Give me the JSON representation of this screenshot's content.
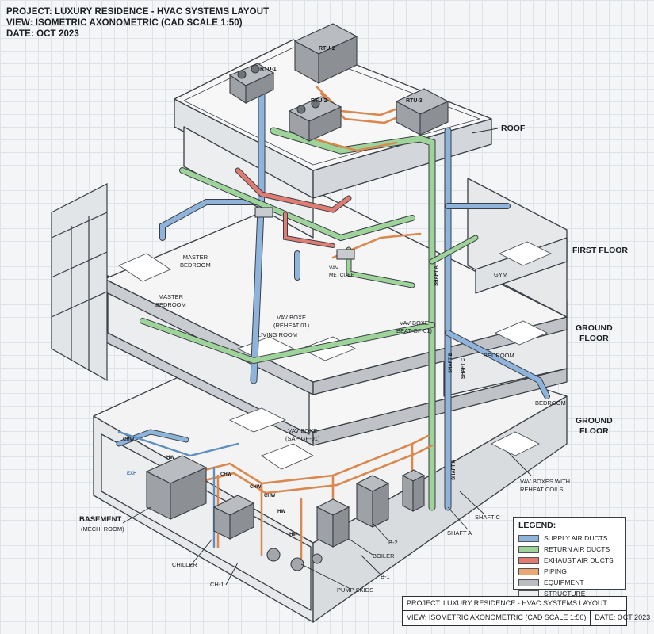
{
  "header": {
    "project": "PROJECT: LUXURY RESIDENCE - HVAC SYSTEMS LAYOUT",
    "view": "VIEW: ISOMETRIC AXONOMETRIC (CAD SCALE 1:50)",
    "date": "DATE: OCT 2023"
  },
  "units": {
    "rtu1": "RTU-1",
    "rtu2a": "RTU-2",
    "rtu2b": "RTU-2",
    "rtu3": "RTU-3"
  },
  "levels": {
    "roof": "ROOF",
    "first_floor": "FIRST FLOOR",
    "ground_floor_upper_1": "GROUND",
    "ground_floor_upper_2": "FLOOR",
    "ground_floor_lower_1": "GROUND",
    "ground_floor_lower_2": "FLOOR",
    "basement": "BASEMENT",
    "basement_sub": "(MECH. ROOM)"
  },
  "rooms": {
    "master_bedroom_a": "MASTER",
    "master_bedroom_a2": "BEDROOM",
    "master_bedroom_b": "MASTER",
    "master_bedroom_b2": "BEDROOM",
    "living_room": "LIVING ROOM",
    "gym": "GYM",
    "bedroom_gf": "BEDROOM",
    "bedroom_lower": "BEDROOM"
  },
  "callouts": {
    "vav_top_1": "VAV",
    "vav_top_2": "METCUBE",
    "vav_box_1": "VAV BOXE",
    "vav_box_1_sub": "(REHEAT 01)",
    "vav_box_2": "VAV BOXE",
    "vav_box_2_sub": "BEAT-GF-01)",
    "vav_box_3": "VAV BOXE",
    "vav_box_3_sub": "(SAF-GF-01)",
    "vav_reheat_1": "VAV BOXES WITH",
    "vav_reheat_2": "REHEAT COILS",
    "shaft_a": "SHAFT A",
    "shaft_c": "SHAFT C",
    "shaft_tag_1": "SHAFT A",
    "shaft_tag_2": "SHAFT B",
    "shaft_tag_3": "SHAFT C",
    "shaft_tag_4": "SHAFT A",
    "chiller": "CHILLER",
    "ch1": "CH-1",
    "boiler": "BOILER",
    "b1": "B-1",
    "b2": "B-2",
    "pump_skids": "PUMP SKIDS",
    "pipe_chw_1": "CHW",
    "pipe_chw_2": "CHW",
    "pipe_chw_3": "CHW",
    "pipe_chw_4": "CHW",
    "pipe_hw_1": "HW",
    "pipe_hw_2": "HW",
    "pipe_hw_3": "HW",
    "duct_exh": "EXH"
  },
  "legend": {
    "title": "LEGEND:",
    "items": [
      {
        "label": "SUPPLY AIR DUCTS",
        "color": "#8fb4dc"
      },
      {
        "label": "RETURN AIR DUCTS",
        "color": "#9ed39a"
      },
      {
        "label": "EXHAUST AIR DUCTS",
        "color": "#e07c72"
      },
      {
        "label": "PIPING",
        "color": "#eaa774"
      },
      {
        "label": "EQUIPMENT",
        "color": "#b9bcc0"
      },
      {
        "label": "STRUCTURE",
        "color": "#eeeeee"
      }
    ]
  },
  "title_block": {
    "project": "PROJECT: LUXURY RESIDENCE - HVAC SYSTEMS LAYOUT",
    "view": "VIEW: ISOMETRIC AXONOMETRIC (CAD SCALE 1:50)",
    "date": "DATE: OCT 2023"
  },
  "colors": {
    "supply": "#8fb4dc",
    "return": "#9ed39a",
    "exhaust": "#e07c72",
    "piping": "#eaa774",
    "equipment": "#b9bcc0",
    "structure": "#eeeeee",
    "line": "#3a3f45"
  }
}
